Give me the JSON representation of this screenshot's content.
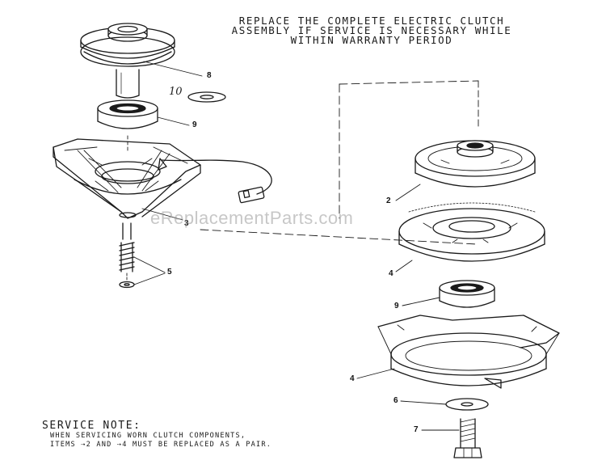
{
  "header_note": {
    "lines": [
      "REPLACE THE COMPLETE ELECTRIC CLUTCH",
      "ASSEMBLY IF SERVICE IS NECESSARY WHILE",
      "WITHIN WARRANTY PERIOD"
    ]
  },
  "service_note": {
    "title": "SERVICE NOTE:",
    "lines": [
      "WHEN SERVICING WORN CLUTCH COMPONENTS,",
      "ITEMS ⇢2 AND ⇢4 MUST BE REPLACED AS A PAIR."
    ]
  },
  "watermark": "eReplacementParts.com",
  "callouts": {
    "pulley": "8",
    "washer_handwritten": "10",
    "upper_bearing": "9",
    "bracket": "3",
    "spring_pin": "5",
    "armature": "2",
    "rotor": "4",
    "lower_bearing": "9",
    "field_housing": "4",
    "washer": "6",
    "bolt": "7"
  }
}
